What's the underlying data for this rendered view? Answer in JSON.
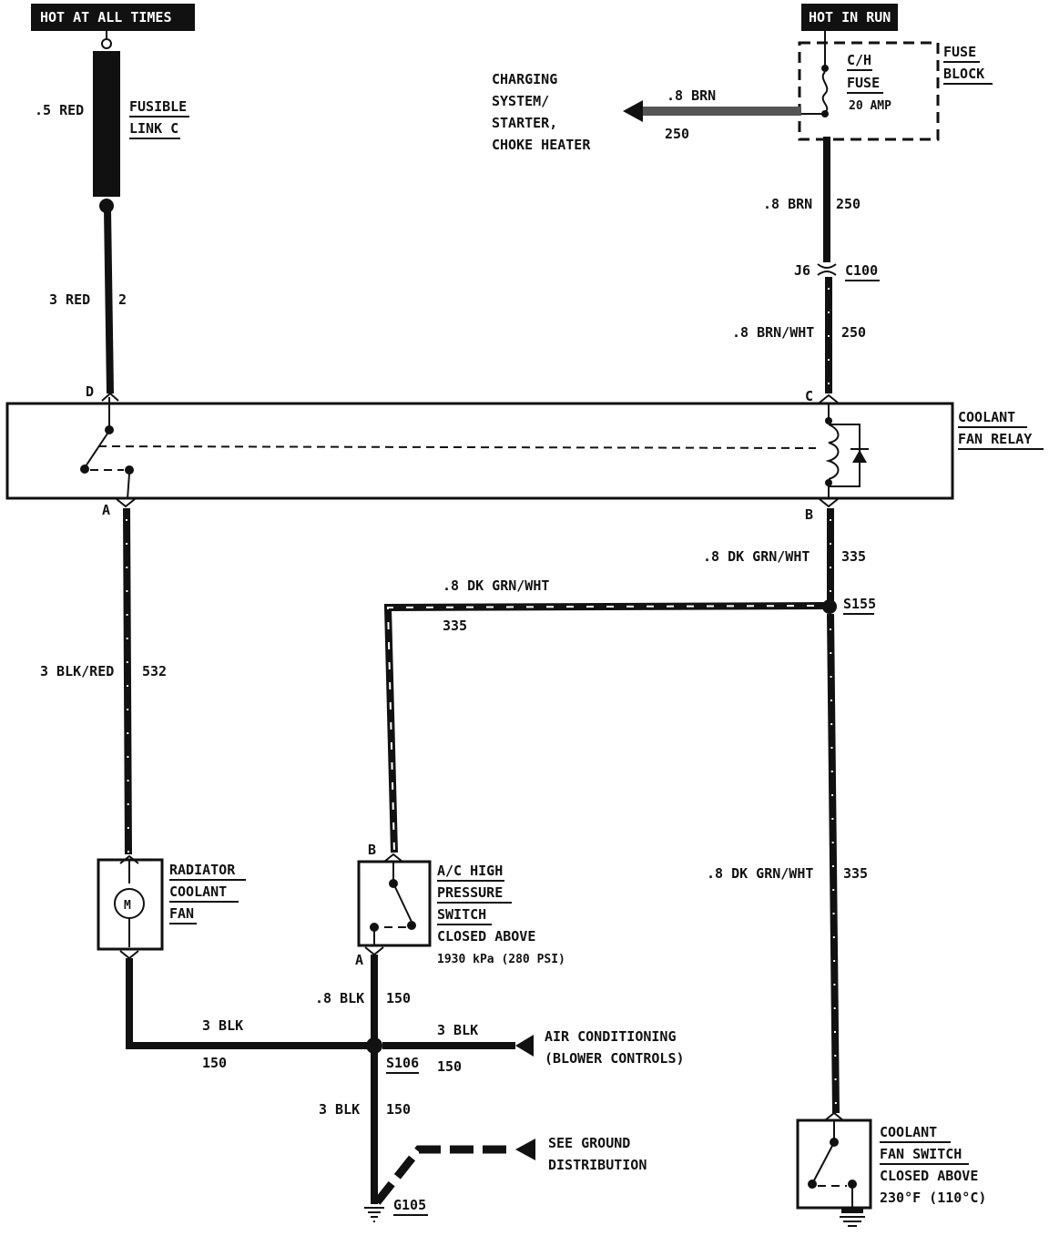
{
  "power": {
    "hot_at_all_times": "HOT AT ALL TIMES",
    "hot_in_run": "HOT IN RUN"
  },
  "fusible_link": {
    "wire_label": ".5 RED",
    "name_line1": "FUSIBLE",
    "name_line2": "LINK C"
  },
  "fuse_block": {
    "name_line1": "FUSE",
    "name_line2": "BLOCK",
    "fuse_line1": "C/H",
    "fuse_line2": "FUSE",
    "rating": "20 AMP"
  },
  "charging": {
    "line1": "CHARGING",
    "line2": "SYSTEM/",
    "line3": "STARTER,",
    "line4": "CHOKE HEATER",
    "wire_label": ".8 BRN",
    "circuit": "250"
  },
  "wires": {
    "brn_upper_label": ".8 BRN",
    "brn_upper_circuit": "250",
    "connector_pin": "J6",
    "connector_name": "C100",
    "brn_wht_label": ".8 BRN/WHT",
    "brn_wht_circuit": "250",
    "red_label": "3 RED",
    "red_circuit": "2",
    "blk_red_label": "3 BLK/RED",
    "blk_red_circuit": "532",
    "grn_wht_top_label": ".8 DK GRN/WHT",
    "grn_wht_top_circuit": "335",
    "grn_wht_horiz_label": ".8 DK GRN/WHT",
    "grn_wht_horiz_circuit": "335",
    "grn_wht_right_label": ".8 DK GRN/WHT",
    "grn_wht_right_circuit": "335",
    "splice_s155": "S155",
    "blk_ac_label": ".8 BLK",
    "blk_ac_circuit": "150",
    "blk_fan_label": "3 BLK",
    "blk_fan_circuit": "150",
    "blk_right_label": "3 BLK",
    "blk_right_circuit": "150",
    "splice_s106": "S106",
    "blk_lower_label": "3 BLK",
    "blk_lower_circuit": "150",
    "ground": "G105"
  },
  "relay": {
    "name_line1": "COOLANT",
    "name_line2": "FAN RELAY",
    "pin_d": "D",
    "pin_c": "C",
    "pin_a": "A",
    "pin_b": "B"
  },
  "fan": {
    "name_line1": "RADIATOR",
    "name_line2": "COOLANT",
    "name_line3": "FAN",
    "motor_symbol": "M"
  },
  "ac_switch": {
    "pin_b": "B",
    "pin_a": "A",
    "name_line1": "A/C HIGH",
    "name_line2": "PRESSURE",
    "name_line3": "SWITCH",
    "name_line4": "CLOSED ABOVE",
    "name_line5": "1930 kPa (280 PSI)"
  },
  "air_conditioning": {
    "line1": "AIR CONDITIONING",
    "line2": "(BLOWER CONTROLS)"
  },
  "ground_distribution": {
    "line1": "SEE GROUND",
    "line2": "DISTRIBUTION"
  },
  "coolant_switch": {
    "name_line1": "COOLANT",
    "name_line2": "FAN SWITCH",
    "name_line3": "CLOSED ABOVE",
    "name_line4": "230°F (110°C)"
  }
}
